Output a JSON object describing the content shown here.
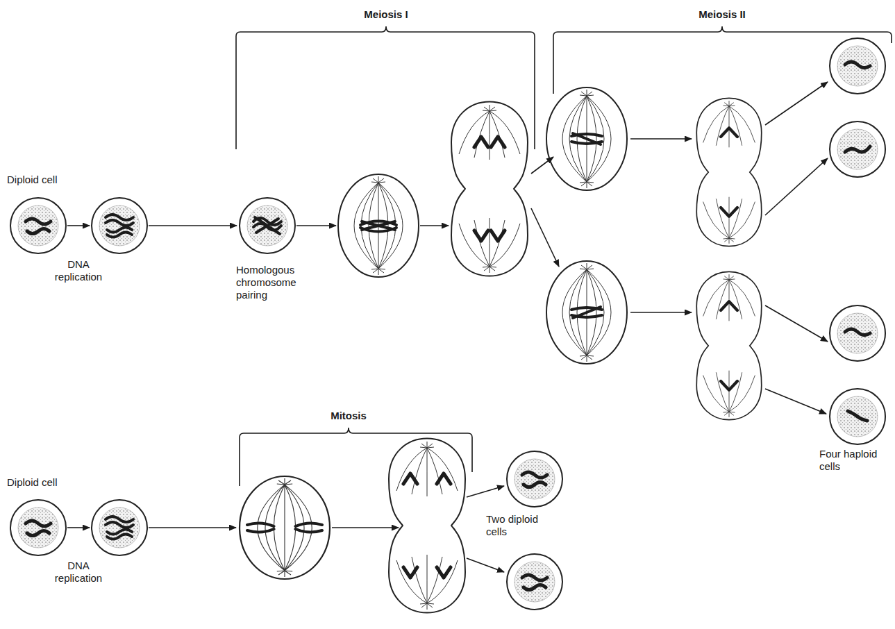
{
  "diagram": {
    "labels": [
      "Meiosis I",
      "Meiosis II",
      "Diploid cell",
      "DNA replication",
      "Homologous chromosome pairing",
      "Four haploid cells",
      "Mitosis",
      "Diploid cell",
      "DNA replication",
      "Two diploid cells"
    ]
  }
}
